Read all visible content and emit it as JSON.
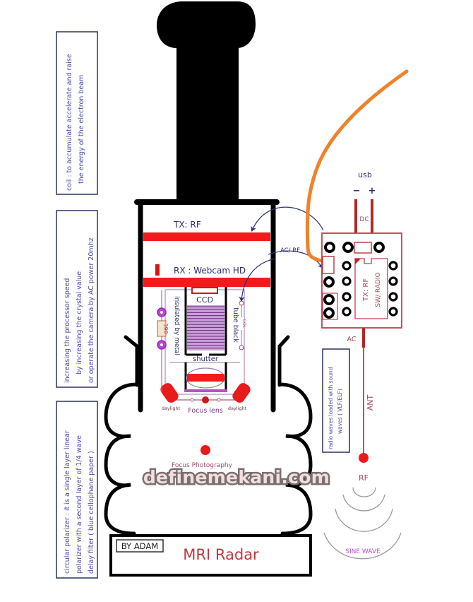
{
  "diagram": {
    "title": "MRI Radar",
    "author_badge": "BY ADAM",
    "watermark": "definemekani.com",
    "notes": {
      "coil": [
        "coil : to accumulate accelerate and raise",
        "the energy of the electron beam"
      ],
      "processor": [
        "increasing the processor speed",
        "by increasing the crystal value",
        "or operate the camera by AC power 20mhz"
      ],
      "polarizer": [
        "circular polarizer : it is a single layer linear",
        "polarizer with a second layer of 1/4 wave",
        "delay filter  ( blue cellophane paper )"
      ],
      "radio_waves": [
        "radio waves loaded with sound",
        "waves ( VLF/ELF)"
      ]
    },
    "labels": {
      "tx_rf": "TX: RF",
      "rx_webcam": "RX : Webcam HD",
      "ccd": "CCD",
      "insulated": "insulated by metal",
      "resistor": "390",
      "tube_black": "tube black",
      "coil_short": "COL",
      "shutter": "shutter",
      "daylight_left": "daylight",
      "daylight_right": "daylight",
      "focus_lens": "Focus lens",
      "focus_photography": "Focus Photography",
      "ac_rf": "AC/ RF",
      "usb": "usb",
      "usb_minus": "−",
      "usb_plus": "+",
      "dc": "DC",
      "chip_line1": "TX: RF",
      "chip_line2": "SW/ RADIO",
      "ac": "AC",
      "ant": "ANT",
      "rf": "RF",
      "sine_wave": "SINE WAVE"
    },
    "colors": {
      "red": "#f01c1c",
      "orange_wire": "#f0822a",
      "purple": "#b84fc9",
      "pcb": "#c0404a",
      "arrow": "#2e2e7a",
      "body": "#000000"
    }
  }
}
